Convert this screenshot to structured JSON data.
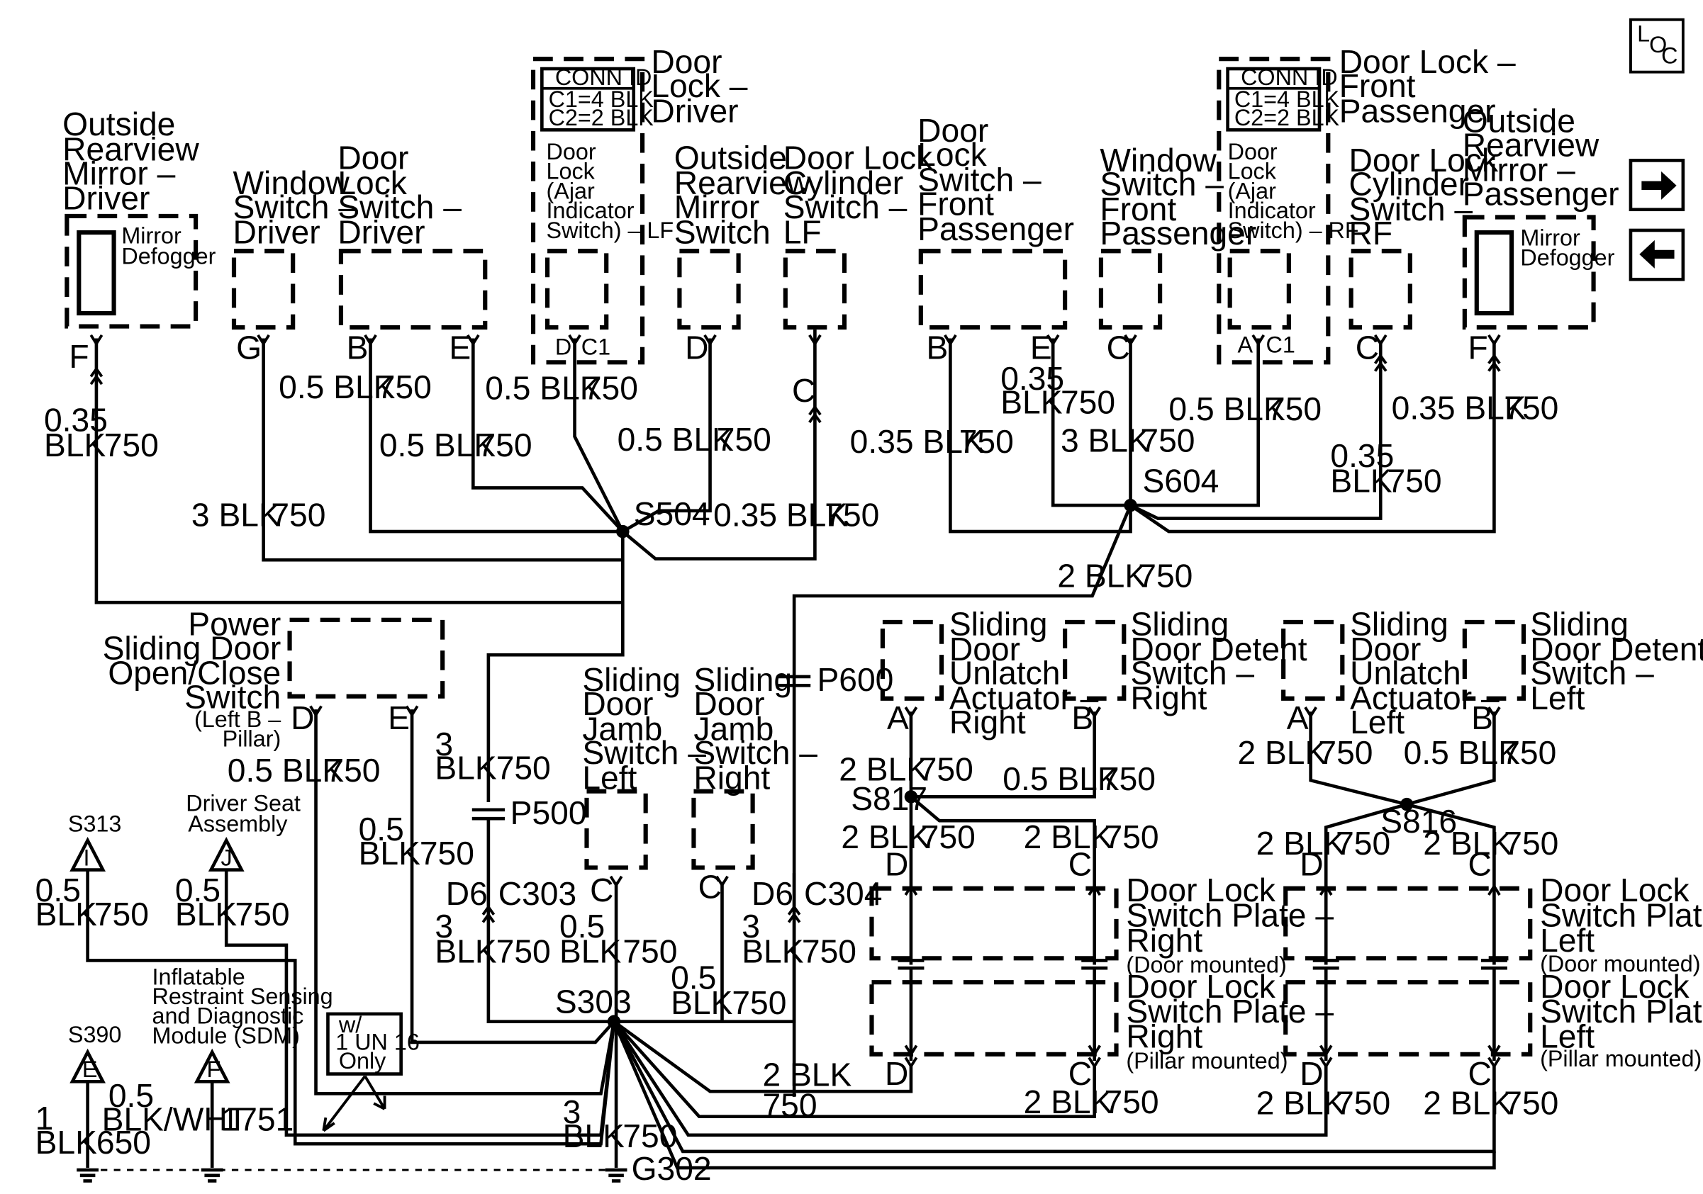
{
  "nav": {
    "loc_L": "L",
    "loc_O": "O",
    "loc_C": "C",
    "next_arrow": "→",
    "prev_arrow": "←"
  },
  "components": {
    "mirror_driver": [
      "Outside",
      "Rearview",
      "Mirror –",
      "Driver"
    ],
    "mirror_defogger_driver": [
      "Mirror",
      "Defogger"
    ],
    "window_switch_driver": [
      "Window",
      "Switch –",
      "Driver"
    ],
    "door_lock_switch_driver": [
      "Door",
      "Lock",
      "Switch –",
      "Driver"
    ],
    "conn_id_title": "CONN ID",
    "conn_id_c1": "C1=4 BLK",
    "conn_id_c2": "C2=2 BLK",
    "door_lock_driver": [
      "Door",
      "Lock –",
      "Driver"
    ],
    "ajar_lf": [
      "Door",
      "Lock",
      "(Ajar",
      "Indicator",
      "Switch) – LF"
    ],
    "mirror_switch": [
      "Outside",
      "Rearview",
      "Mirror",
      "Switch"
    ],
    "cylinder_lf": [
      "Door Lock",
      "Cylinder",
      "Switch –",
      "LF"
    ],
    "door_lock_switch_fp": [
      "Door",
      "Lock",
      "Switch –",
      "Front",
      "Passenger"
    ],
    "window_switch_fp": [
      "Window",
      "Switch –",
      "Front",
      "Passenger"
    ],
    "door_lock_fp": [
      "Door Lock –",
      "Front",
      "Passenger"
    ],
    "ajar_rf": [
      "Door",
      "Lock",
      "(Ajar",
      "Indicator",
      "Switch) – RF"
    ],
    "cylinder_rf": [
      "Door Lock",
      "Cylinder",
      "Switch –",
      "RF"
    ],
    "mirror_passenger": [
      "Outside",
      "Rearview",
      "Mirror –",
      "Passenger"
    ],
    "mirror_defogger_passenger": [
      "Mirror",
      "Defogger"
    ],
    "power_sliding": [
      "Power",
      "Sliding Door",
      "Open/Close",
      "Switch"
    ],
    "power_sliding_sub": [
      "(Left B –",
      "Pillar)"
    ],
    "jamb_left": [
      "Sliding",
      "Door",
      "Jamb",
      "Switch –",
      "Left"
    ],
    "jamb_right": [
      "Sliding",
      "Door",
      "Jamb",
      "Switch –",
      "Right"
    ],
    "unlatch_right": [
      "Sliding",
      "Door",
      "Unlatch",
      "Actuator –",
      "Right"
    ],
    "detent_right": [
      "Sliding",
      "Door Detent",
      "Switch –",
      "Right"
    ],
    "unlatch_left": [
      "Sliding",
      "Door",
      "Unlatch",
      "Actuator –",
      "Left"
    ],
    "detent_left": [
      "Sliding",
      "Door Detent",
      "Switch –",
      "Left"
    ],
    "plate_right_door": [
      "Door Lock",
      "Switch Plate –",
      "Right"
    ],
    "plate_right_door_sub": "(Door mounted)",
    "plate_right_pillar": [
      "Door Lock",
      "Switch Plate –",
      "Right"
    ],
    "plate_right_pillar_sub": "(Pillar mounted)",
    "plate_left_door": [
      "Door Lock",
      "Switch Plate –",
      "Left"
    ],
    "plate_left_door_sub": "(Door mounted)",
    "plate_left_pillar": [
      "Door Lock",
      "Switch Plate –",
      "Left"
    ],
    "plate_left_pillar_sub": "(Pillar mounted)",
    "driver_seat": [
      "Driver Seat",
      "Assembly"
    ],
    "sdm": [
      "Inflatable",
      "Restraint Sensing",
      "and Diagnostic",
      "Module (SDM)"
    ],
    "option_note": [
      "w/",
      "1 UN 16",
      "Only"
    ]
  },
  "pins": {
    "F": "F",
    "G": "G",
    "B": "B",
    "E": "E",
    "D": "D",
    "C": "C",
    "A": "A",
    "C1": "C1",
    "D6": "D6",
    "I": "I",
    "J": "J"
  },
  "connectors": {
    "C303": "C303",
    "C304": "C304",
    "P500": "P500",
    "P600": "P600"
  },
  "splices": {
    "S504": "S504",
    "S604": "S604",
    "S303": "S303",
    "S817": "S817",
    "S816": "S816",
    "S313": "S313",
    "S390": "S390"
  },
  "ground": "G302",
  "circuits": {
    "c750": "750",
    "c650": "650",
    "c1751": "1751",
    "blk035": "0.35",
    "blk": "BLK",
    "blk05": "0.5 BLK",
    "blk05_num": "0.5",
    "blk3": "3 BLK",
    "blk3_num": "3",
    "blk2": "2 BLK",
    "blk035_full": "0.35 BLK",
    "blk1_num": "1",
    "blkwht": "BLK/WHT"
  }
}
